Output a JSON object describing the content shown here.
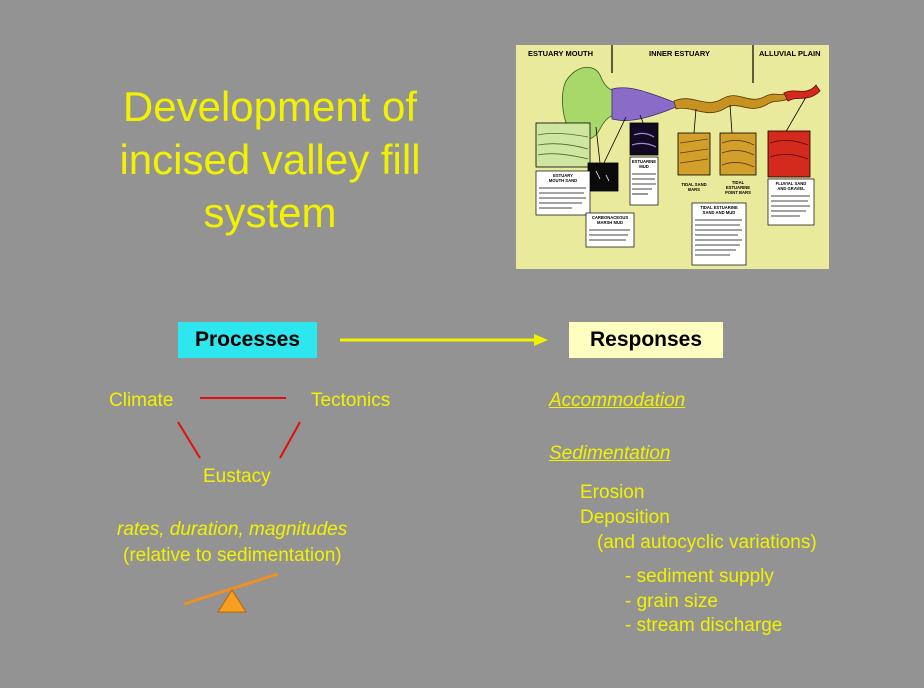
{
  "title": {
    "line1": "Development of",
    "line2": "incised valley fill",
    "line3": "system"
  },
  "figure": {
    "header": {
      "estuary_mouth": "ESTUARY MOUTH",
      "inner_estuary": "INNER ESTUARY",
      "alluvial_plain": "ALLUVIAL PLAIN"
    },
    "captions": {
      "estuary_mouth_sand": [
        "ESTUARY",
        "MOUTH SAND"
      ],
      "estuarine_mud": [
        "ESTUARINE",
        "MUD"
      ],
      "carbonaceous": [
        "CARBONACEOUS",
        "MARSH MUD"
      ],
      "tidal_sand_bars": [
        "TIDAL SAND",
        "BARS"
      ],
      "tidal_point_bars": [
        "TIDAL",
        "ESTUARINE",
        "POINT BARS"
      ],
      "tidal_estuarine_sand": [
        "TIDAL ESTUARINE",
        "SAND AND MUD"
      ],
      "fluvial": [
        "FLUVIAL SAND",
        "AND GRAVEL"
      ]
    },
    "colors": {
      "background": "#eaea9c",
      "mouth_green": "#a8d86a",
      "estuarine_purple": "#8a6cc8",
      "tidal_tan": "#c7921f",
      "fluvial_red": "#d42a1e"
    }
  },
  "processes": {
    "label": "Processes",
    "climate": "Climate",
    "tectonics": "Tectonics",
    "eustacy": "Eustacy",
    "rates_line": "rates, duration, magnitudes",
    "relative_line": "(relative to sedimentation)"
  },
  "responses": {
    "label": "Responses",
    "accommodation": "Accommodation",
    "sedimentation": "Sedimentation",
    "erosion": "Erosion",
    "deposition": "Deposition",
    "autocyclic": "(and autocyclic variations)",
    "items": [
      "- sediment supply",
      "- grain size",
      "- stream discharge"
    ]
  },
  "colors": {
    "background": "#939393",
    "title_yellow": "#f2f200",
    "processes_box": "#2ee6ee",
    "responses_box": "#fefec0",
    "triangle_lines": "#e01010",
    "seesaw": "#f0901e"
  }
}
